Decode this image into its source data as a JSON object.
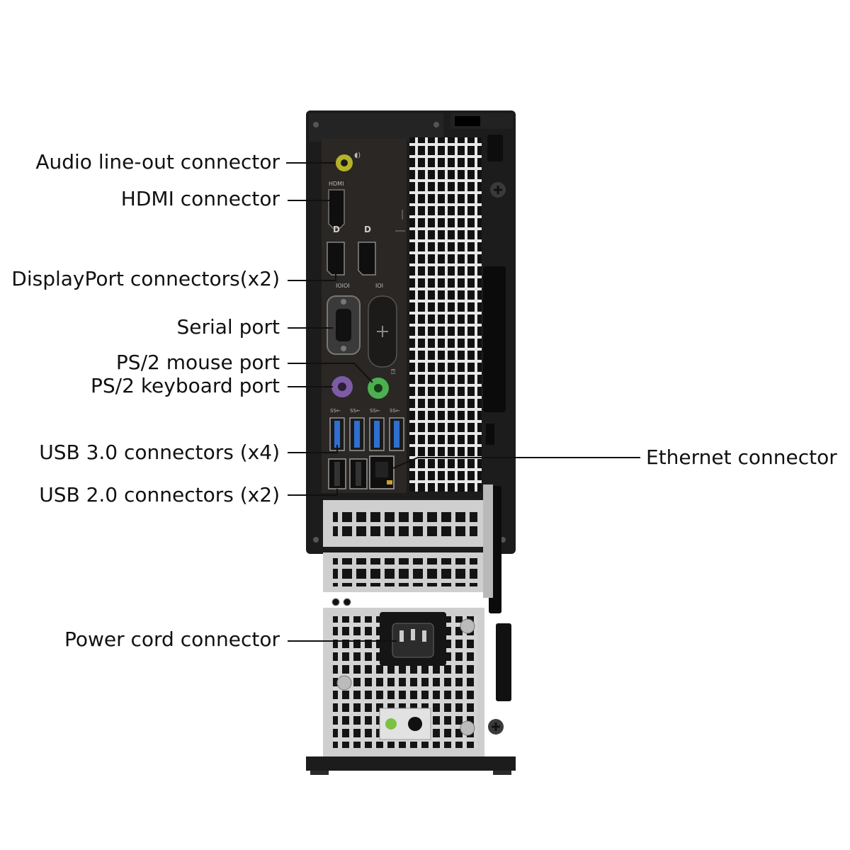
{
  "callouts": {
    "audio_line_out": "Audio line-out connector",
    "hdmi": "HDMI connector",
    "displayport": "DisplayPort connectors(x2)",
    "serial": "Serial port",
    "ps2_mouse": "PS/2 mouse port",
    "ps2_keyboard": "PS/2 keyboard port",
    "usb3": "USB 3.0 connectors (x4)",
    "usb2": "USB 2.0 connectors (x2)",
    "ethernet": "Ethernet connector",
    "power": "Power cord connector"
  },
  "port_markings": {
    "hdmi": "HDMI",
    "usb3": "SS←",
    "serial": "IOIOI",
    "parallel": "IOI"
  },
  "colors": {
    "chassis": "#1c1c1c",
    "panel": "#2a2724",
    "vent_metal": "#e6e6e6",
    "audio_jack": "#b4b22a",
    "ps2_mouse": "#4caf50",
    "ps2_keyboard": "#7d5ba6",
    "usb3": "#2f6fd1",
    "psu_metal": "#cfcfcf",
    "power_led": "#7cc242",
    "leader_line": "#111111"
  }
}
